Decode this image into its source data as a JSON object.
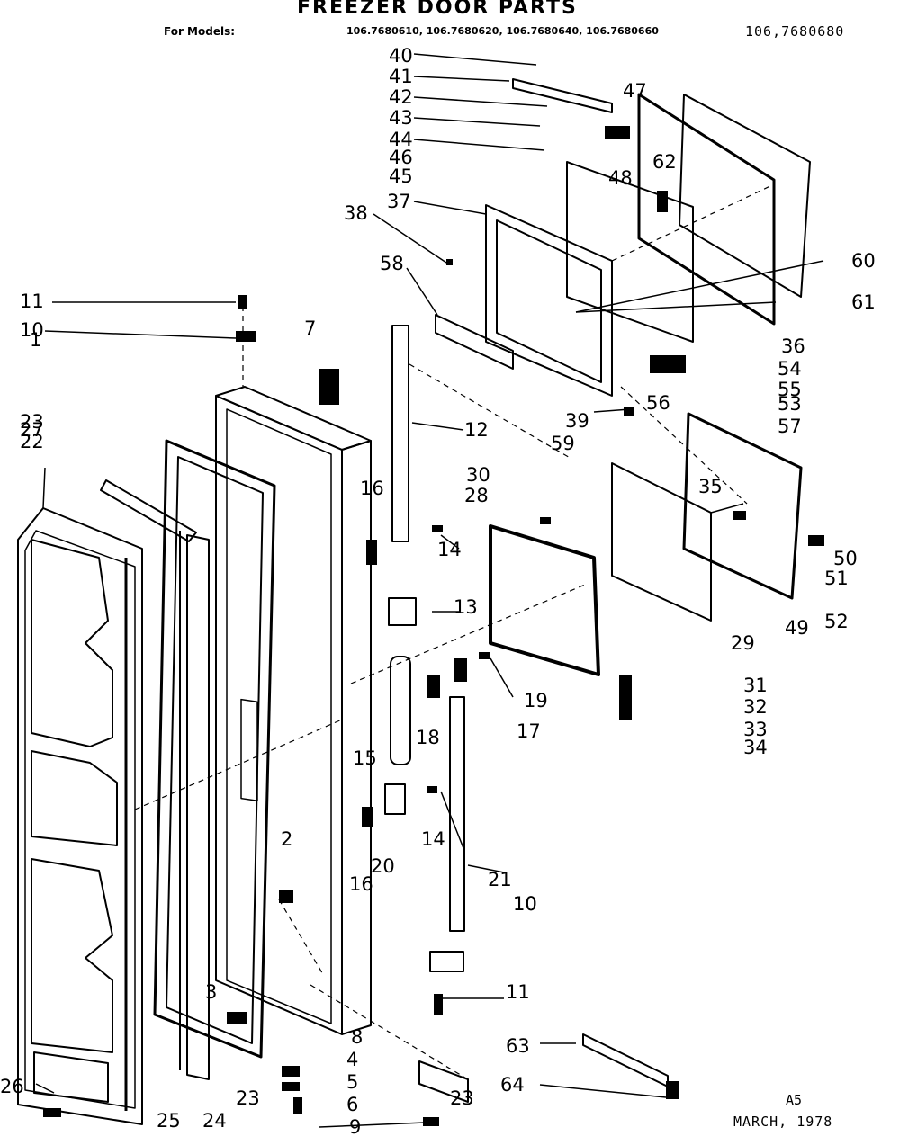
{
  "header": {
    "title": "FREEZER DOOR PARTS",
    "models_label": "For Models:",
    "models": "106.7680610, 106.7680620, 106.7680640, 106.7680660",
    "models_extra": "106,7680680"
  },
  "footer": {
    "code": "A5",
    "date": "MARCH, 1978"
  },
  "part_numbers": [
    "1",
    "2",
    "3",
    "4",
    "5",
    "6",
    "7",
    "8",
    "9",
    "10",
    "10",
    "10",
    "11",
    "11",
    "12",
    "13",
    "14",
    "14",
    "15",
    "16",
    "16",
    "17",
    "18",
    "19",
    "20",
    "21",
    "22",
    "23",
    "23",
    "23",
    "24",
    "25",
    "26",
    "27",
    "28",
    "29",
    "30",
    "31",
    "32",
    "33",
    "34",
    "35",
    "36",
    "37",
    "38",
    "39",
    "40",
    "41",
    "42",
    "43",
    "44",
    "45",
    "46",
    "47",
    "48",
    "49",
    "50",
    "51",
    "52",
    "53",
    "54",
    "55",
    "56",
    "57",
    "58",
    "59",
    "60",
    "61",
    "62",
    "63",
    "64"
  ]
}
